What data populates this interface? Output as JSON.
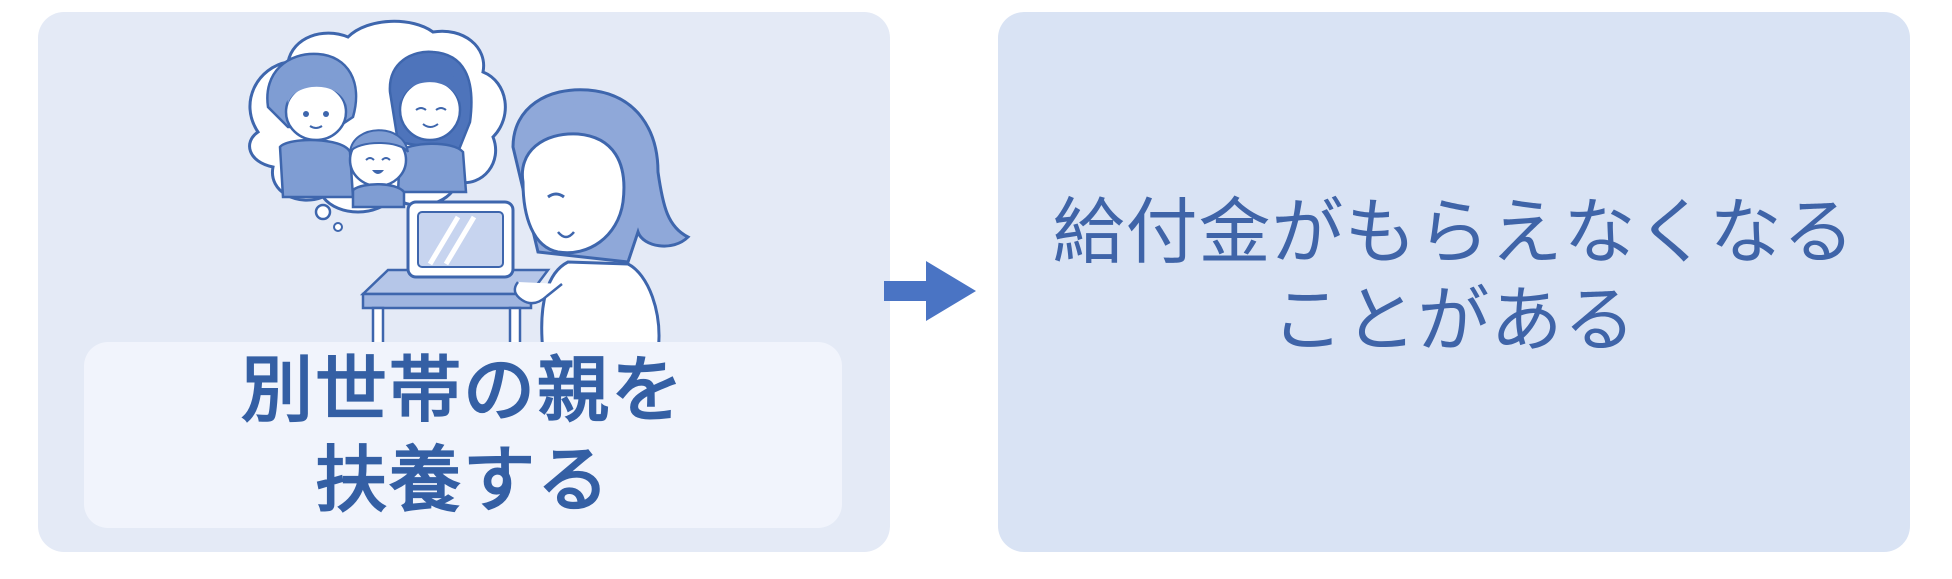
{
  "left_panel": {
    "caption_lines": [
      "別世帯の親を",
      "扶養する"
    ]
  },
  "right_panel": {
    "result_lines": [
      "給付金がもらえなくなる",
      "ことがある"
    ]
  },
  "colors": {
    "left_panel_bg": "#e4eaf6",
    "label_box_bg": "#f1f4fc",
    "right_panel_bg": "#d9e3f4",
    "text_blue": "#345fa4",
    "arrow_blue": "#4a74c4",
    "illustration_line": "#3e66ad"
  },
  "icons": [
    "video-call-illustration",
    "arrow-right-icon"
  ]
}
